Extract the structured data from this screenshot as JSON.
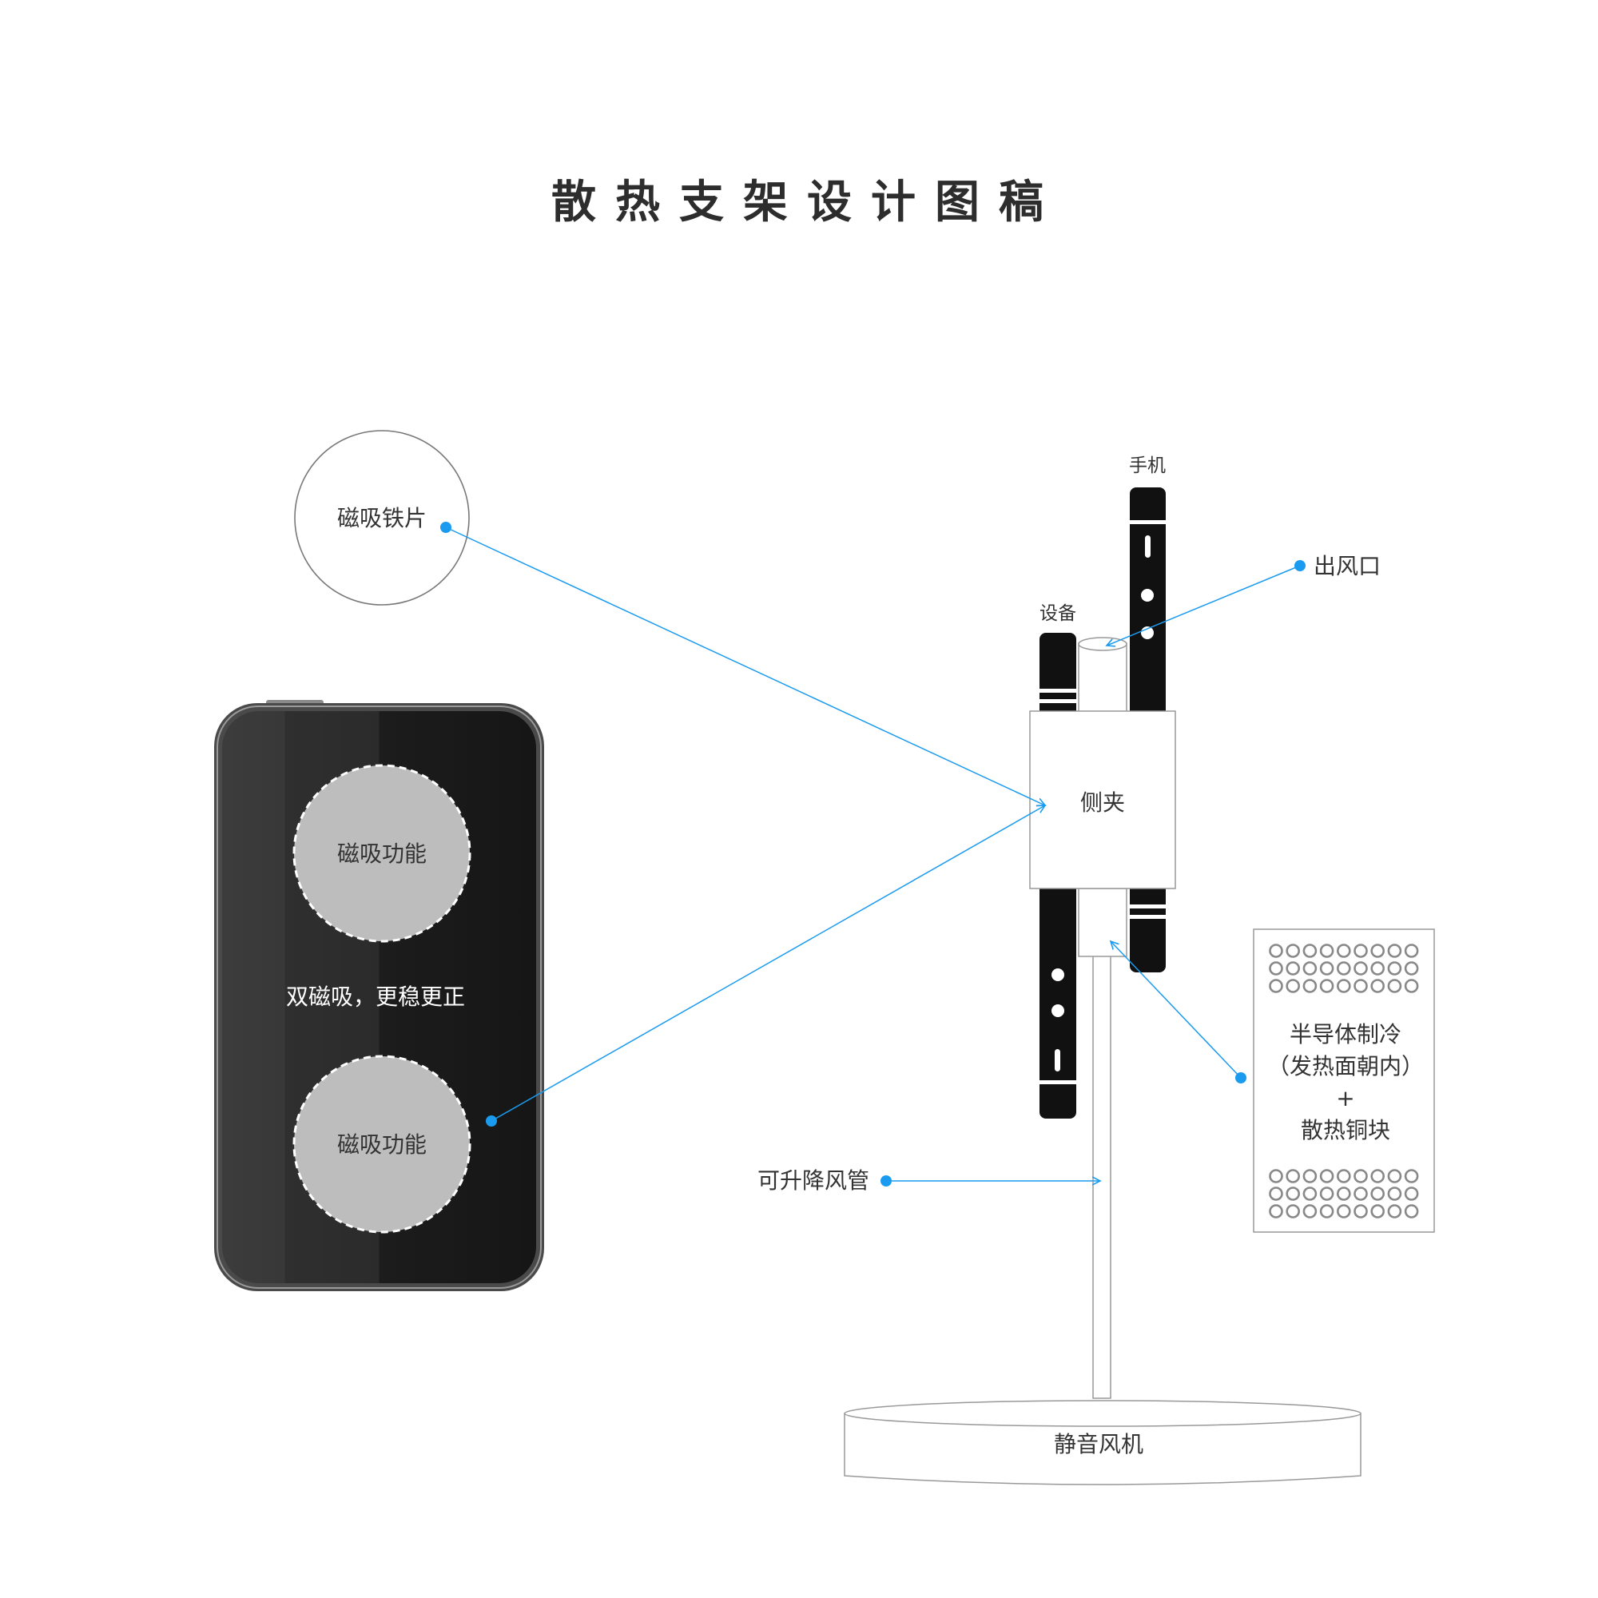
{
  "title": "散热支架设计图稿",
  "accent_color": "#1a9bef",
  "left_device": {
    "iron_sheet_label": "磁吸铁片",
    "magnet_top_label": "磁吸功能",
    "magnet_bottom_label": "磁吸功能",
    "center_text": "双磁吸，更稳更正"
  },
  "stand": {
    "phone_label": "手机",
    "device_label": "设备",
    "side_clip_label": "侧夹",
    "air_outlet_label": "出风口",
    "tube_label": "可升降风管",
    "fan_label": "静音风机"
  },
  "cooling_box": {
    "line1": "半导体制冷",
    "line2": "（发热面朝内）",
    "line3": "+",
    "line4": "散热铜块"
  }
}
